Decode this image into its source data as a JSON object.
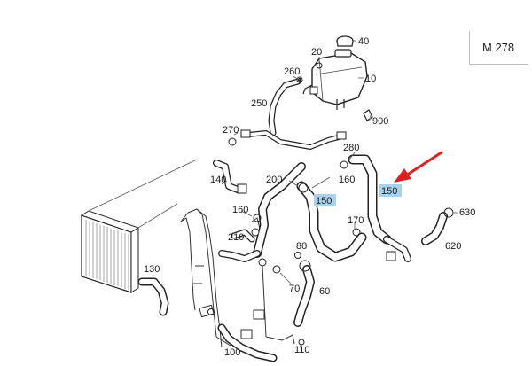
{
  "model_code": "M 278",
  "callouts": {
    "p10": "10",
    "p20": "20",
    "p40": "40",
    "p60": "60",
    "p70": "70",
    "p80": "80",
    "p100": "100",
    "p110": "110",
    "p130": "130",
    "p140": "140",
    "p150a": "150",
    "p150b": "150",
    "p160a": "160",
    "p160b": "160",
    "p170": "170",
    "p200": "200",
    "p210": "210",
    "p250": "250",
    "p260": "260",
    "p270": "270",
    "p280": "280",
    "p620": "620",
    "p630": "630",
    "p900": "900"
  },
  "colors": {
    "highlight": "#a9d1ec",
    "arrow": "#e02020",
    "line": "#222222"
  }
}
